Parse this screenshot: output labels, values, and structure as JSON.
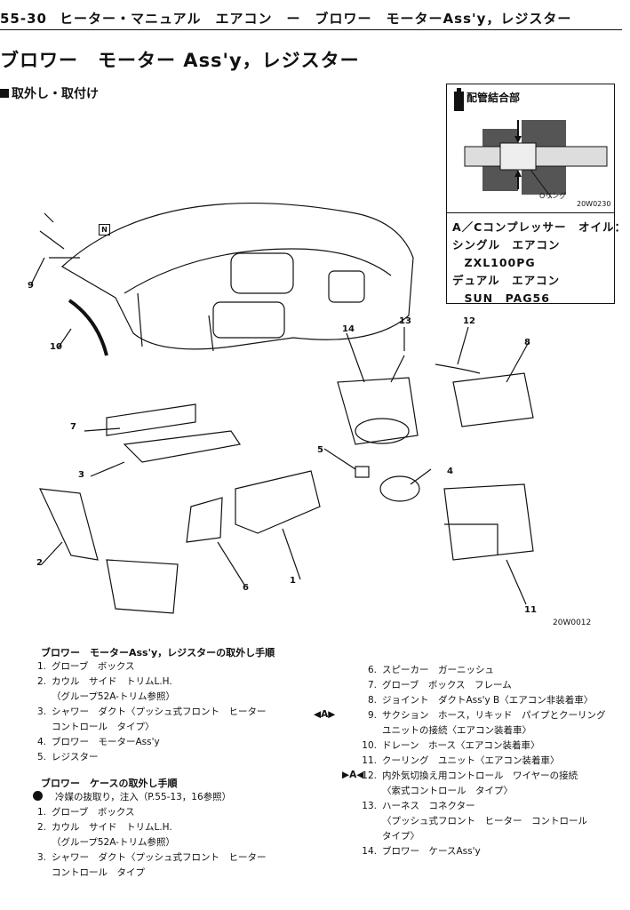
{
  "header": {
    "page_number": "55-30",
    "section": "ヒーター・マニュアル　エアコン　ー　ブロワー　モーターAss'y，レジスター"
  },
  "title": "ブロワー　モーター Ass'y，レジスター",
  "subtitle": "取外し・取付け",
  "inset": {
    "title": "配管結合部",
    "oring_label": "Oリング",
    "code": "20W0230",
    "oil_lines": [
      "A／Cコンプレッサー　オイル：",
      "シングル　エアコン",
      "　ZXL100PG",
      "デュアル　エアコン",
      "　SUN　PAG56"
    ]
  },
  "diagram": {
    "code": "20W0012",
    "note_mark": "N",
    "callouts": [
      "1",
      "2",
      "3",
      "4",
      "5",
      "6",
      "7",
      "8",
      "9",
      "10",
      "11",
      "12",
      "13",
      "14"
    ]
  },
  "procedure_a": {
    "title": "ブロワー　モーターAss'y，レジスターの取外し手順",
    "steps": [
      {
        "n": "1.",
        "text": "グローブ　ボックス"
      },
      {
        "n": "2.",
        "text": "カウル　サイド　トリムL.H.",
        "cont": "（グループ52A-トリム参照）"
      },
      {
        "n": "3.",
        "text": "シャワー　ダクト〈プッシュ式フロント　ヒーター",
        "cont": "コントロール　タイプ〉"
      },
      {
        "n": "4.",
        "text": "ブロワー　モーターAss'y"
      },
      {
        "n": "5.",
        "text": "レジスター"
      }
    ]
  },
  "procedure_b": {
    "title": "ブロワー　ケースの取外し手順",
    "pre_step": "冷媒の抜取り，注入（P.55-13，16参照）",
    "steps": [
      {
        "n": "1.",
        "text": "グローブ　ボックス"
      },
      {
        "n": "2.",
        "text": "カウル　サイド　トリムL.H.",
        "cont": "（グループ52A-トリム参照）"
      },
      {
        "n": "3.",
        "text": "シャワー　ダクト〈プッシュ式フロント　ヒーター",
        "cont": "コントロール　タイプ"
      }
    ]
  },
  "procedure_c": {
    "mark_a": "◀A▶",
    "mark_b": "▶A◀",
    "steps": [
      {
        "n": "6.",
        "text": "スピーカー　ガーニッシュ"
      },
      {
        "n": "7.",
        "text": "グローブ　ボックス　フレーム"
      },
      {
        "n": "8.",
        "text": "ジョイント　ダクトAss'y B〈エアコン非装着車〉"
      },
      {
        "n": "9.",
        "text": "サクション　ホース，リキッド　パイプとクーリング",
        "cont": "ユニットの接続〈エアコン装着車〉"
      },
      {
        "n": "10.",
        "text": "ドレーン　ホース〈エアコン装着車〉"
      },
      {
        "n": "11.",
        "text": "クーリング　ユニット〈エアコン装着車〉"
      },
      {
        "n": "12.",
        "text": "内外気切換え用コントロール　ワイヤーの接続",
        "cont": "〈索式コントロール　タイプ〉"
      },
      {
        "n": "13.",
        "text": "ハーネス　コネクター",
        "cont": "〈プッシュ式フロント　ヒーター　コントロール",
        "cont2": "タイプ〉"
      },
      {
        "n": "14.",
        "text": "ブロワー　ケースAss'y"
      }
    ]
  }
}
